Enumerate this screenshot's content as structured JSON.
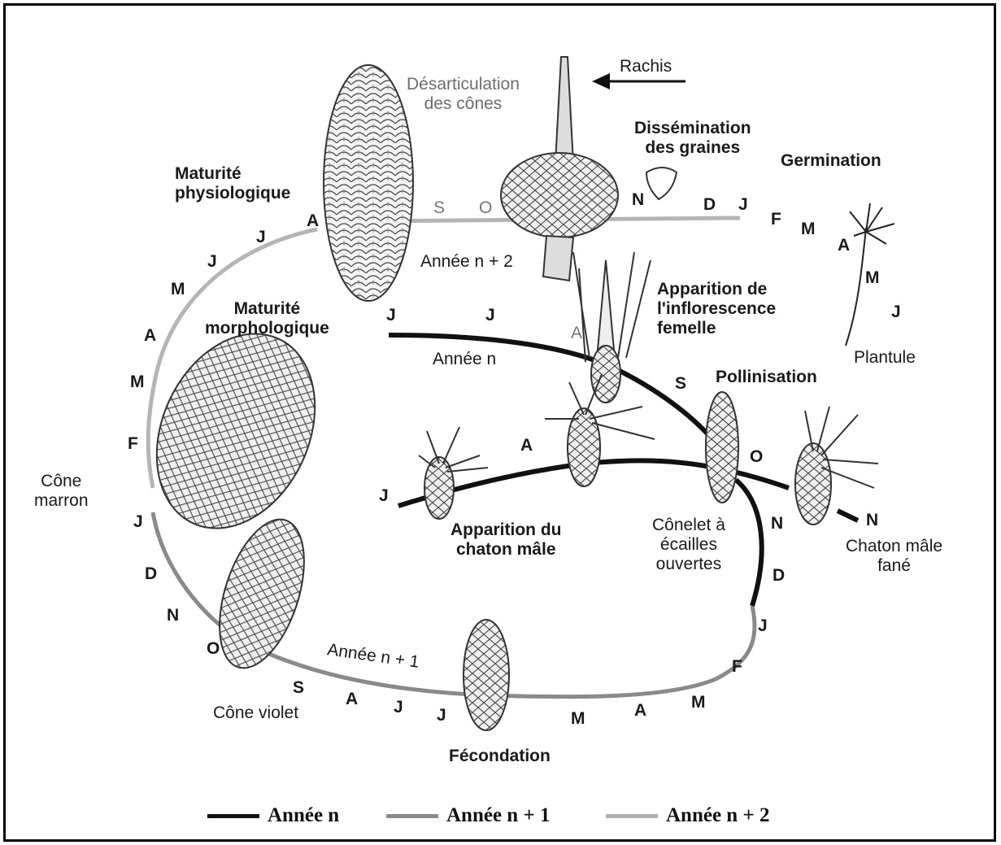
{
  "labels": {
    "rachis": "Rachis",
    "desarticulation": "Désarticulation\ndes cônes",
    "dissemination": "Dissémination\ndes graines",
    "germination": "Germination",
    "maturite_physio": "Maturité\nphysiologique",
    "annee_n2": "Année n + 2",
    "apparition_inflo": "Apparition de\nl'inflorescence\nfemelle",
    "maturite_morpho": "Maturité\nmorphologique",
    "annee_n": "Année n",
    "plantule": "Plantule",
    "pollinisation": "Pollinisation",
    "cone_marron": "Cône\nmarron",
    "apparition_chaton": "Apparition du\nchaton mâle",
    "conelet": "Cônelet à\nécailles\nouvertes",
    "chaton_fane": "Chaton mâle\nfané",
    "annee_n1": "Année n + 1",
    "cone_violet": "Cône violet",
    "fecondation": "Fécondation"
  },
  "months": {
    "top_s": "S",
    "top_o": "O",
    "top_n": "N",
    "top_d": "D",
    "top_j": "J",
    "top_f": "F",
    "top_m": "M",
    "top_a": "A",
    "plant_m": "M",
    "plant_j": "J",
    "left_a": "A",
    "left_j1": "J",
    "left_j2": "J",
    "left_m1": "M",
    "left_a2": "A",
    "left_m2": "M",
    "left_f": "F",
    "left_j3": "J",
    "left_d": "D",
    "left_n": "N",
    "left_o": "O",
    "bot_s": "S",
    "bot_a": "A",
    "bot_j1": "J",
    "bot_j2": "J",
    "bot_m": "M",
    "bot_a2": "A",
    "bot_m2": "M",
    "bot_f": "F",
    "bot_j3": "J",
    "bot_d": "D",
    "bot_n": "N",
    "mid_j1": "J",
    "mid_j2": "J",
    "mid_a": "A",
    "mid_s": "S",
    "mid_o": "O",
    "mid_n": "N",
    "inner_j": "J",
    "inner_a": "A"
  },
  "legend": [
    {
      "label": "Année n",
      "color": "#111111"
    },
    {
      "label": "Année n + 1",
      "color": "#8a8a8a"
    },
    {
      "label": "Année n + 2",
      "color": "#b0b0b0"
    }
  ],
  "colors": {
    "year_n": "#111111",
    "year_n1": "#8a8a8a",
    "year_n2": "#b5b5b5"
  }
}
